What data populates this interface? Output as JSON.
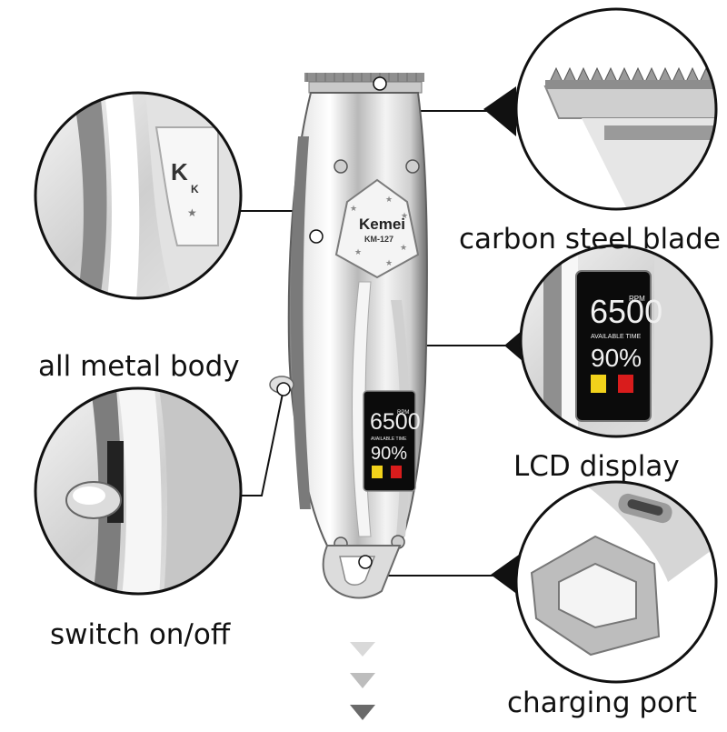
{
  "features": {
    "blade": "carbon steel blade",
    "body": "all metal body",
    "lcd": "LCD display",
    "switch": "switch on/off",
    "charging": "charging port"
  },
  "product": {
    "brand": "Kemei",
    "model": "KM-127"
  },
  "display": {
    "rpm_value": "6500",
    "rpm_unit": "RPM",
    "caption": "AVAILABLE TIME",
    "percent": "90%"
  },
  "colors": {
    "metal_light": "#f2f2f2",
    "metal_dark": "#6e6e6e",
    "lcd_background": "#0b0b0b",
    "lcd_text": "#f0f0f0",
    "icon_yellow": "#f2d21b",
    "icon_red": "#d91c1c",
    "arrow_light": "#d9d9d9",
    "arrow_dark": "#6a6a6a"
  }
}
